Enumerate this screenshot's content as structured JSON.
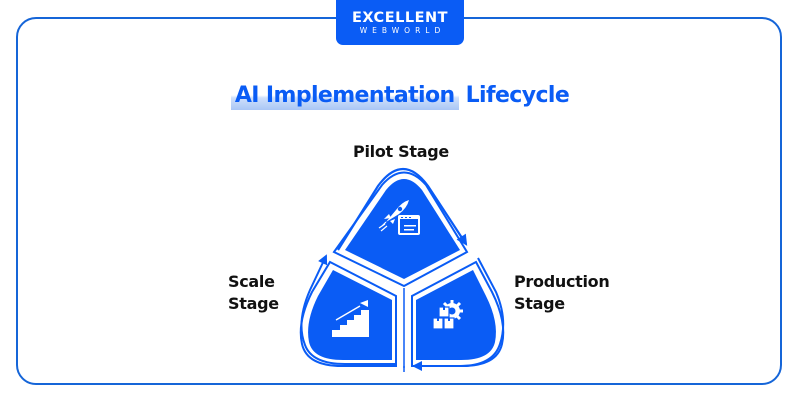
{
  "brand": {
    "name_line1": "EXCELLENT",
    "name_line2": "WEBWORLD",
    "color": "#0a5cf5"
  },
  "title": {
    "highlighted": "AI Implementation",
    "rest": "Lifecycle",
    "color": "#0a5cf5"
  },
  "stages": [
    {
      "id": "pilot",
      "label": "Pilot Stage",
      "icon": "rocket-browser-icon"
    },
    {
      "id": "production",
      "label_line1": "Production",
      "label_line2": "Stage",
      "icon": "boxes-gear-icon"
    },
    {
      "id": "scale",
      "label_line1": "Scale",
      "label_line2": "Stage",
      "icon": "stairs-flag-icon"
    }
  ],
  "flow": [
    "Pilot Stage",
    "Production Stage",
    "Scale Stage",
    "Pilot Stage"
  ],
  "colors": {
    "segment_fill": "#0a5cf5",
    "frame_border": "#1565d8",
    "label_text": "#111111"
  }
}
